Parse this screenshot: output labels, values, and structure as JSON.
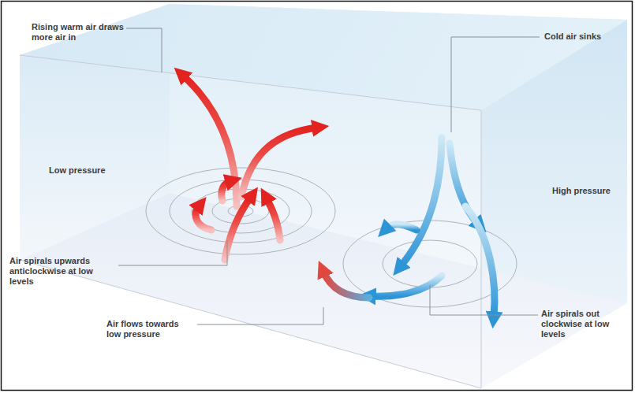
{
  "diagram": {
    "labels": [
      "Rising warm air draws more air in",
      "Low pressure",
      "Air spirals upwards anticlockwise at low levels",
      "Air flows towards low pressure",
      "Cold air sinks",
      "High pressure",
      "Air spirals out clockwise at low levels"
    ]
  }
}
